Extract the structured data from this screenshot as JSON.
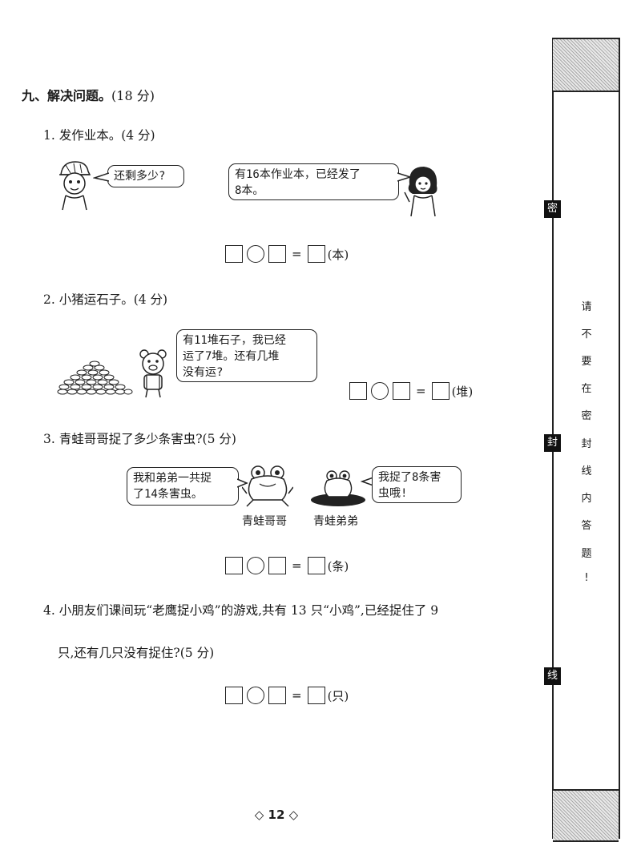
{
  "section": {
    "title": "九、解决问题。",
    "points": "(18 分)"
  },
  "q1": {
    "title": "1. 发作业本。(4 分)",
    "bubble_left": "还剩多少?",
    "bubble_right_line1": "有16本作业本，已经发了",
    "bubble_right_line2": "8本。",
    "unit": "(本)"
  },
  "q2": {
    "title": "2. 小猪运石子。(4 分)",
    "bubble_line1": "有11堆石子，我已经",
    "bubble_line2": "运了7堆。还有几堆",
    "bubble_line3": "没有运?",
    "unit": "(堆)"
  },
  "q3": {
    "title": "3. 青蛙哥哥捉了多少条害虫?(5 分)",
    "bubble_left_line1": "我和弟弟一共捉",
    "bubble_left_line2": "了14条害虫。",
    "bubble_right_line1": "我捉了8条害",
    "bubble_right_line2": "虫哦!",
    "caption_left": "青蛙哥哥",
    "caption_right": "青蛙弟弟",
    "unit": "(条)"
  },
  "q4": {
    "line1": "4. 小朋友们课间玩“老鹰捉小鸡”的游戏,共有 13 只“小鸡”,已经捉住了 9",
    "line2": "只,还有几只没有捉住?(5 分)",
    "unit": "(只)"
  },
  "equation": {
    "equals": "="
  },
  "sidebar": {
    "tag_mi": "密",
    "tag_feng": "封",
    "tag_xian": "线",
    "notice": [
      "请",
      "不",
      "要",
      "在",
      "密",
      "封",
      "线",
      "内",
      "答",
      "题",
      "!"
    ]
  },
  "footer": {
    "page_number": "◇ 12 ◇"
  }
}
